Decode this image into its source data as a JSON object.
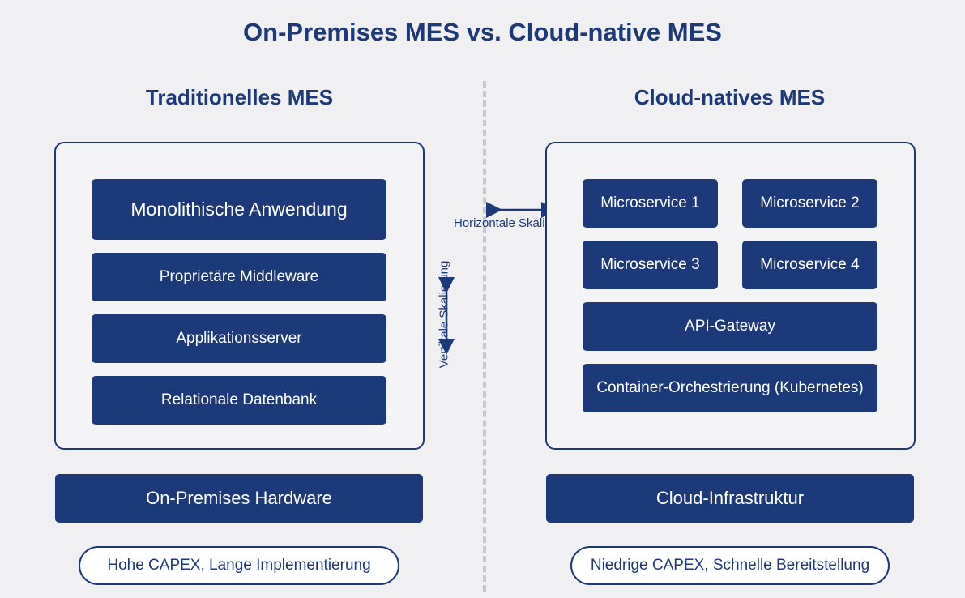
{
  "title": "On-Premises MES vs. Cloud-native MES",
  "left": {
    "heading": "Traditionelles MES",
    "layers": [
      "Monolithische Anwendung",
      "Proprietäre Middleware",
      "Applikationsserver",
      "Relationale Datenbank"
    ],
    "hardware": "On-Premises Hardware",
    "note": "Hohe CAPEX, Lange Implementierung"
  },
  "right": {
    "heading": "Cloud-natives MES",
    "microservices": [
      "Microservice 1",
      "Microservice 2",
      "Microservice 3",
      "Microservice 4"
    ],
    "gateway": "API-Gateway",
    "orchestration": "Container-Orchestrierung (Kubernetes)",
    "infrastructure": "Cloud-Infrastruktur",
    "note": "Niedrige CAPEX, Schnelle Bereitstellung"
  },
  "scaling": {
    "vertical": "Vertikale Skalierung",
    "horizontal": "Horizontale Skalierung"
  },
  "colors": {
    "accent": "#1c3a7a",
    "background": "#f0f0f3",
    "frame": "#f4f4f6"
  }
}
